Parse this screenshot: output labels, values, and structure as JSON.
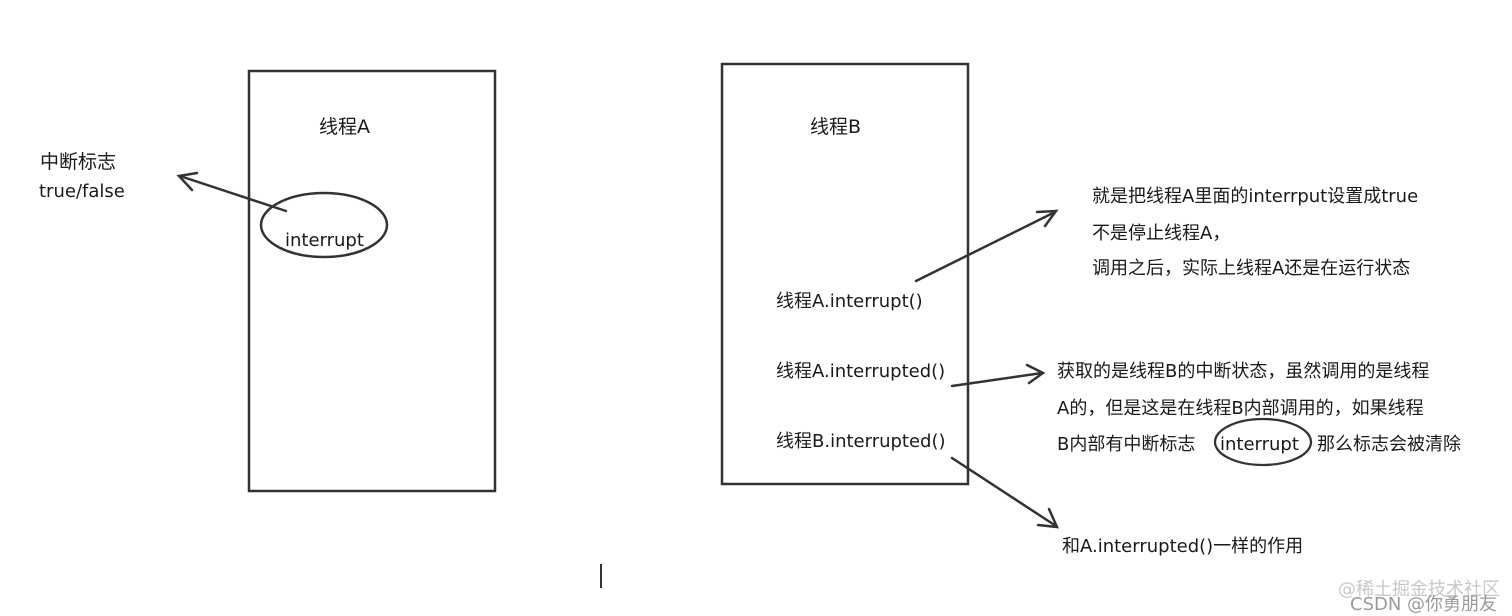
{
  "thread_a": {
    "title": "线程A",
    "ellipse_label": "interrupt"
  },
  "interrupt_flag": {
    "line1": "中断标志",
    "line2": "true/false"
  },
  "thread_b": {
    "title": "线程B",
    "calls": [
      "线程A.interrupt()",
      "线程A.interrupted()",
      "线程B.interrupted()"
    ]
  },
  "notes": {
    "interrupt_note": [
      "就是把线程A里面的interrput设置成true",
      "不是停止线程A，",
      "调用之后，实际上线程A还是在运行状态"
    ],
    "interrupted_note": {
      "line1": "获取的是线程B的中断状态，虽然调用的是线程",
      "line2": "A的，但是这是在线程B内部调用的，如果线程",
      "line3_before": "B内部有中断标志",
      "line3_circled": "interrupt",
      "line3_after": "那么标志会被清除"
    },
    "same_note": "和A.interrupted()一样的作用"
  },
  "watermarks": {
    "line1": "@稀土掘金技术社区",
    "line2": "CSDN @你勇朋友"
  },
  "colors": {
    "stroke": "#333333",
    "text": "#1a1a1a",
    "background": "#ffffff"
  }
}
